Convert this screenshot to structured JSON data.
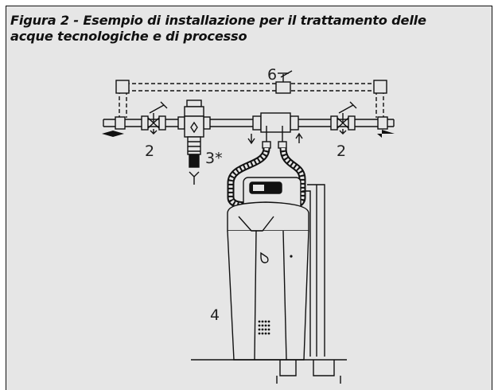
{
  "caption": {
    "line1": "Figura 2 - Esempio di installazione per il trattamento delle",
    "line2": "acque tecnologiche e di processo"
  },
  "labels": {
    "bypass_valve": "6",
    "valve_left": "2",
    "filter": "3*",
    "valve_right": "2",
    "softener": "4"
  },
  "colors": {
    "background": "#e6e6e6",
    "line": "#111111"
  }
}
